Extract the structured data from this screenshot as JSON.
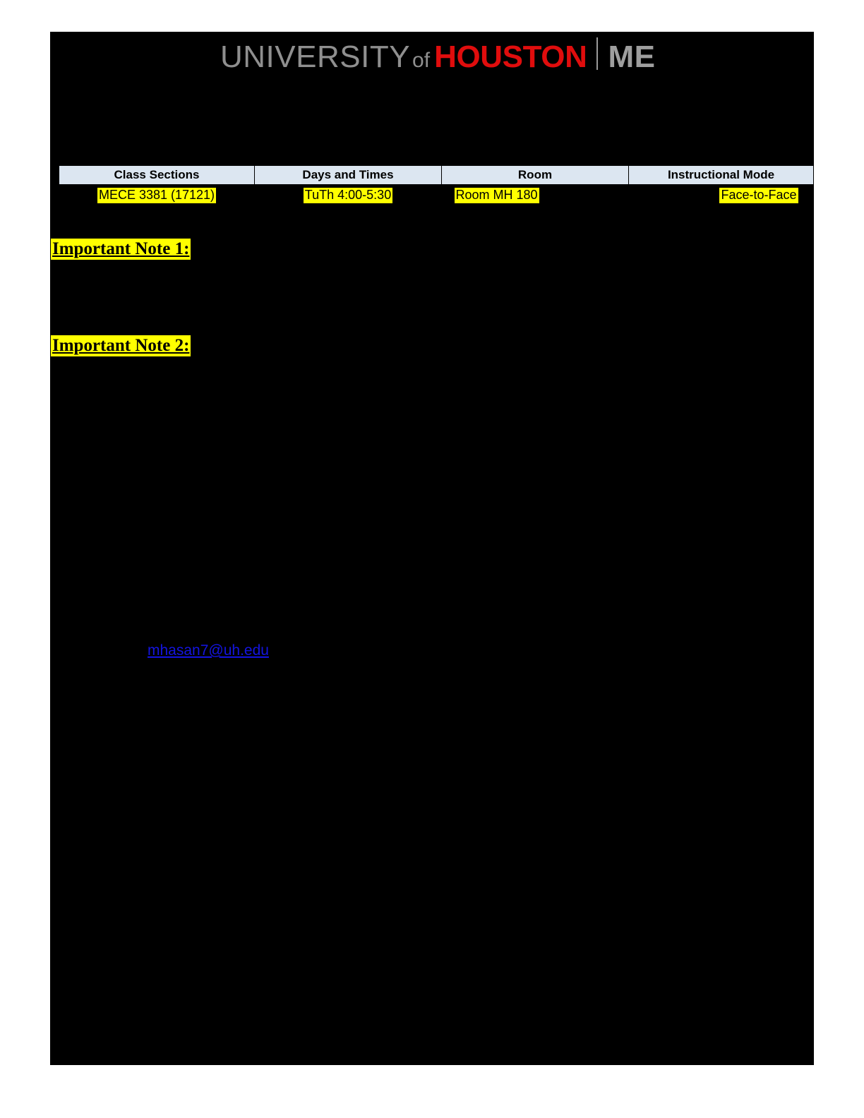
{
  "page": {
    "background_color": "#ffffff",
    "sheet_color": "#000000"
  },
  "masthead": {
    "logo": {
      "university_word": "UNIVERSITY",
      "of_word": "of",
      "houston_word": "HOUSTON",
      "department_word": "ME",
      "gray_color": "#8f8f8f",
      "red_color": "#e00d0d"
    }
  },
  "schedule_table": {
    "header_background": "#dce6f1",
    "highlight_color": "#ffff00",
    "columns": [
      "Class Sections",
      "Days and Times",
      "Room",
      "Instructional Mode"
    ],
    "rows": [
      {
        "class_section": "MECE 3381 (17121)",
        "days_and_times": "TuTh 4:00-5:30",
        "room": "Room MH 180",
        "instructional_mode": "Face-to-Face"
      }
    ]
  },
  "notes": {
    "note_1_heading": "Important Note 1:",
    "note_2_heading": "Important Note 2:"
  },
  "contact": {
    "email": "mhasan7@uh.edu",
    "link_color": "#1414e0"
  }
}
